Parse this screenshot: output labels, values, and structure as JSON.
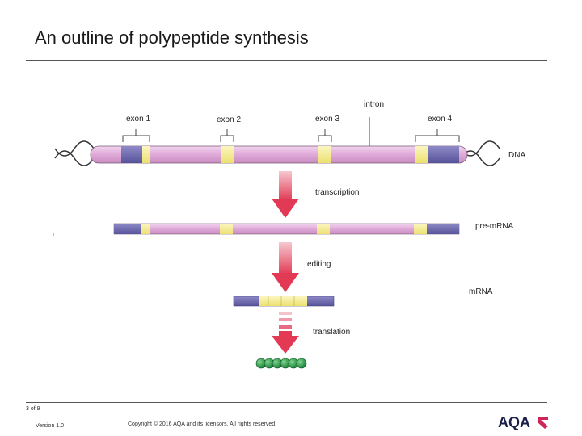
{
  "slide": {
    "title": "An outline of polypeptide synthesis"
  },
  "diagram": {
    "labels": {
      "intron": "intron",
      "exon1": "exon 1",
      "exon2": "exon 2",
      "exon3": "exon 3",
      "exon4": "exon 4",
      "dna": "DNA",
      "transcription": "transcription",
      "pre_mrna": "pre-mRNA",
      "editing": "editing",
      "mrna": "mRNA",
      "translation": "translation"
    },
    "colors": {
      "intron": "#e3b3dc",
      "exon_yellow": "#f3ec8e",
      "flank": "#6c66a8",
      "arrow": "#e0415a",
      "amino_acid": "#1e8a3c"
    }
  },
  "footer": {
    "page": "3 of 9",
    "version": "Version 1.0",
    "copyright": "Copyright © 2016 AQA and its licensors. All rights reserved.",
    "logo_text": "AQA"
  }
}
